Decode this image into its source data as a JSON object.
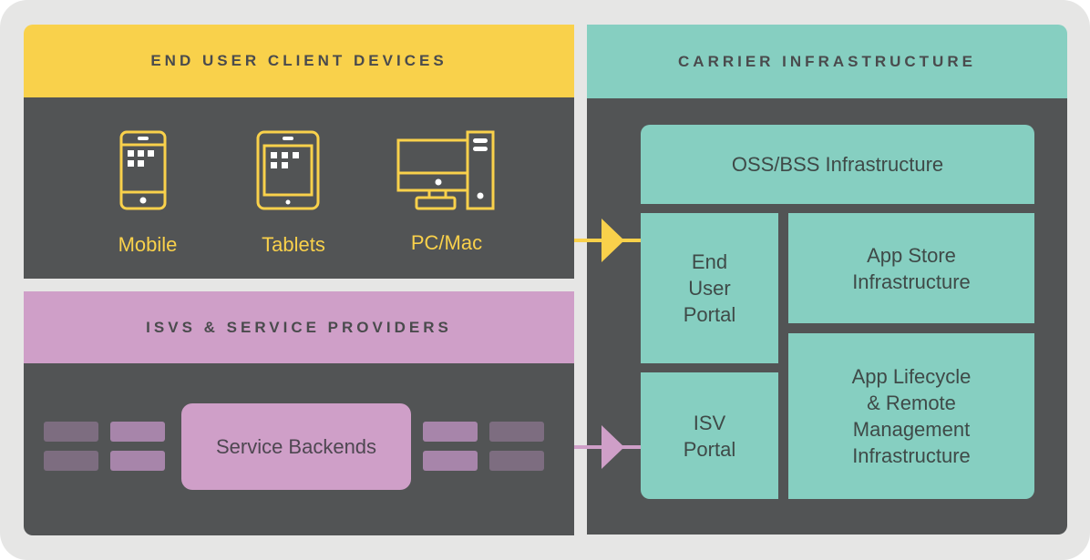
{
  "colors": {
    "background": "#e6e6e5",
    "panel_dark": "#525455",
    "end_user": "#f9d14b",
    "isv": "#cf9fc8",
    "carrier": "#86cfc1"
  },
  "end_user_section": {
    "title": "END USER CLIENT DEVICES",
    "devices": [
      {
        "label": "Mobile",
        "icon": "mobile-phone-icon"
      },
      {
        "label": "Tablets",
        "icon": "tablet-icon"
      },
      {
        "label": "PC/Mac",
        "icon": "desktop-computer-icon"
      }
    ]
  },
  "isv_section": {
    "title": "ISVS & SERVICE PROVIDERS",
    "backend_label": "Service Backends"
  },
  "carrier_section": {
    "title": "CARRIER INFRASTRUCTURE",
    "boxes": {
      "oss_bss": "OSS/BSS Infrastructure",
      "end_user_portal": "End\nUser\nPortal",
      "app_store": "App Store\nInfrastructure",
      "isv_portal": "ISV\nPortal",
      "app_lifecycle": "App Lifecycle\n& Remote\nManagement\nInfrastructure"
    }
  },
  "connections": [
    {
      "from": "End User Client Devices",
      "to": "End User Portal",
      "color": "#f9d14b"
    },
    {
      "from": "ISVs & Service Providers",
      "to": "ISV Portal",
      "color": "#cf9fc8"
    }
  ]
}
